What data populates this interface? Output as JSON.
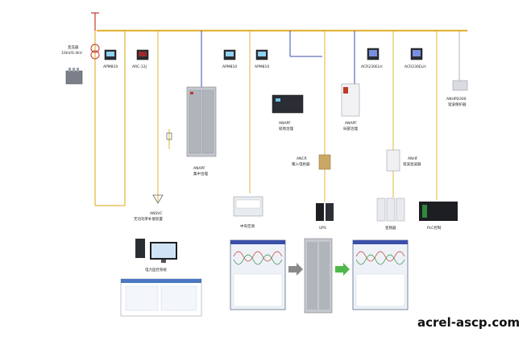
{
  "transformer": {
    "label": "变压器",
    "rating": "10kV/0.4kV"
  },
  "devices": {
    "apm810_a": "APM810",
    "arc_12j": "ARC-12J",
    "apm810_b": "APM810",
    "apm810_c": "APM810",
    "acr230elh_a": "ACR230ELH",
    "acr230elh_b": "ACR230ELH",
    "anhpd300": "ANHPD300",
    "anhpd300_sub": "谐波保护器"
  },
  "equipment": {
    "anapf_central": "ANAPF",
    "anapf_central_sub": "集中治理",
    "anapf_rack": "ANAPF",
    "anapf_rack_sub": "就地治理",
    "anapf_local": "ANAPF",
    "anapf_local_sub": "局部治理",
    "ancr": "ANCR",
    "ancr_sub": "输入电抗器",
    "anhf": "ANHF",
    "anhf_sub": "谐波滤波器",
    "ansvc": "ANSVC",
    "ansvc_sub": "无功功率补偿装置"
  },
  "loads": {
    "ac": "中央空调",
    "ups": "UPS",
    "vfd": "变频器",
    "plc": "PLC控制"
  },
  "monitoring": {
    "label": "电力监控系统"
  },
  "watermark": "acrel-ascp.com",
  "colors": {
    "bus": "#e2b53a",
    "accent_blue": "#3a4fa8",
    "arrow_gray": "#8a8a8a",
    "arrow_green": "#4fb84a"
  }
}
